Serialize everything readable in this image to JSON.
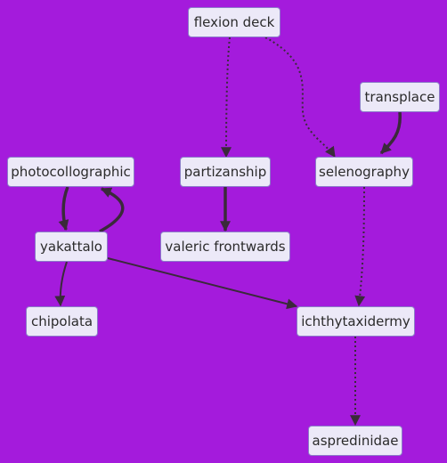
{
  "colors": {
    "background": "#a41bdc",
    "node_fill": "#ece9f8",
    "node_border": "#8c7bc9",
    "edge": "#3a2a3a"
  },
  "nodes": {
    "flexion_deck": "flexion deck",
    "transplace": "transplace",
    "photocollographic": "photocollographic",
    "partizanship": "partizanship",
    "selenography": "selenography",
    "yakattalo": "yakattalo",
    "valeric_frontwards": "valeric frontwards",
    "chipolata": "chipolata",
    "ichthytaxidermy": "ichthytaxidermy",
    "aspredinidae": "aspredinidae"
  },
  "edges": [
    {
      "from": "flexion deck",
      "to": "partizanship",
      "style": "dotted"
    },
    {
      "from": "flexion deck",
      "to": "selenography",
      "style": "dotted"
    },
    {
      "from": "transplace",
      "to": "selenography",
      "style": "thick"
    },
    {
      "from": "photocollographic",
      "to": "yakattalo",
      "style": "thick"
    },
    {
      "from": "yakattalo",
      "to": "photocollographic",
      "style": "thick"
    },
    {
      "from": "partizanship",
      "to": "valeric frontwards",
      "style": "thick"
    },
    {
      "from": "yakattalo",
      "to": "chipolata",
      "style": "normal"
    },
    {
      "from": "yakattalo",
      "to": "ichthytaxidermy",
      "style": "normal"
    },
    {
      "from": "selenography",
      "to": "ichthytaxidermy",
      "style": "dotted"
    },
    {
      "from": "ichthytaxidermy",
      "to": "aspredinidae",
      "style": "dotted"
    }
  ]
}
